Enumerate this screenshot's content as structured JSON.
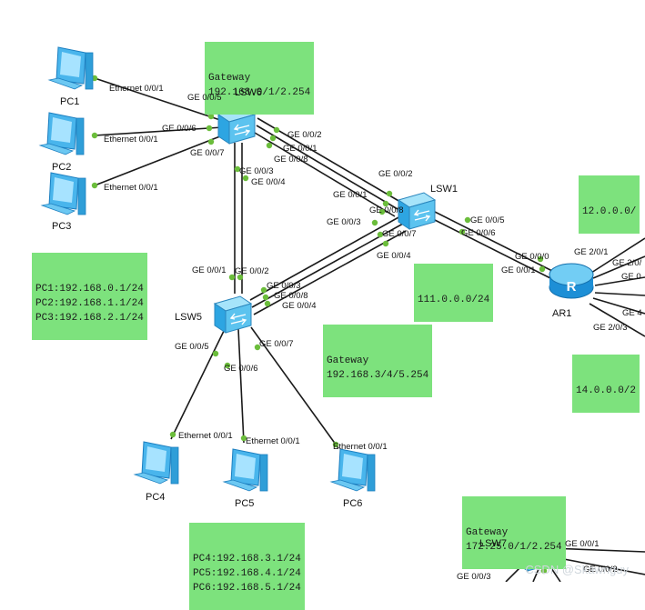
{
  "colors": {
    "link": "#1a1a1a",
    "port_dot": "#6bbd3b",
    "note_bg": "#7de27d"
  },
  "notes": [
    {
      "id": "gw1",
      "lines": [
        "Gateway",
        "192.168.0/1/2.254"
      ]
    },
    {
      "id": "pcs1",
      "lines": [
        "PC1:192.168.0.1/24",
        "PC2:192.168.1.1/24",
        "PC3:192.168.2.1/24"
      ]
    },
    {
      "id": "net111",
      "lines": [
        "111.0.0.0/24"
      ]
    },
    {
      "id": "net12",
      "lines": [
        "12.0.0.0/"
      ]
    },
    {
      "id": "net14",
      "lines": [
        "14.0.0.0/2"
      ]
    },
    {
      "id": "gw2",
      "lines": [
        "Gateway",
        "192.168.3/4/5.254"
      ]
    },
    {
      "id": "pcs2",
      "lines": [
        "PC4:192.168.3.1/24",
        "PC5:192.168.4.1/24",
        "PC6:192.168.5.1/24"
      ]
    },
    {
      "id": "gw3",
      "lines": [
        "Gateway",
        "172.25.0/1/2.254"
      ]
    }
  ],
  "devices": [
    {
      "id": "pc1",
      "type": "pc",
      "label": "PC1"
    },
    {
      "id": "pc2",
      "type": "pc",
      "label": "PC2"
    },
    {
      "id": "pc3",
      "type": "pc",
      "label": "PC3"
    },
    {
      "id": "lsw6",
      "type": "switch",
      "label": "LSW6"
    },
    {
      "id": "lsw1",
      "type": "switch",
      "label": "LSW1"
    },
    {
      "id": "lsw5",
      "type": "switch",
      "label": "LSW5"
    },
    {
      "id": "ar1",
      "type": "router",
      "label": "AR1"
    },
    {
      "id": "pc4",
      "type": "pc",
      "label": "PC4"
    },
    {
      "id": "pc5",
      "type": "pc",
      "label": "PC5"
    },
    {
      "id": "pc6",
      "type": "pc",
      "label": "PC6"
    },
    {
      "id": "lsw7",
      "type": "switch",
      "label": "LSW7"
    }
  ],
  "ports": [
    "Ethernet 0/0/1",
    "GE 0/0/5",
    "Ethernet 0/0/1",
    "GE 0/0/6",
    "GE 0/0/7",
    "Ethernet 0/0/1",
    "GE 0/0/2",
    "GE 0/0/1",
    "GE 0/0/8",
    "GE 0/0/3",
    "GE 0/0/4",
    "GE 0/0/2",
    "GE 0/0/1",
    "GE 0/0/8",
    "GE 0/0/3",
    "GE 0/0/7",
    "GE 0/0/4",
    "GE 0/0/5",
    "GE 0/0/6",
    "GE 0/0/0",
    "GE 0/0/1",
    "GE 2/0/1",
    "GE 2/0/",
    "GE 0",
    "GE 4",
    "GE 2/0/3",
    "GE 0/0/1",
    "GE 0/0/2",
    "GE 0/0/3",
    "GE 0/0/8",
    "GE 0/0/4",
    "GE 0/0/5",
    "GE 0/0/6",
    "GE 0/0/7",
    "Ethernet 0/0/1",
    "Ethernet 0/0/1",
    "Ethernet 0/0/1",
    "GE 0/0/1",
    "GE 0/0/2",
    "GE 0/0/3"
  ],
  "watermark": "CSDN @Skawnguy"
}
